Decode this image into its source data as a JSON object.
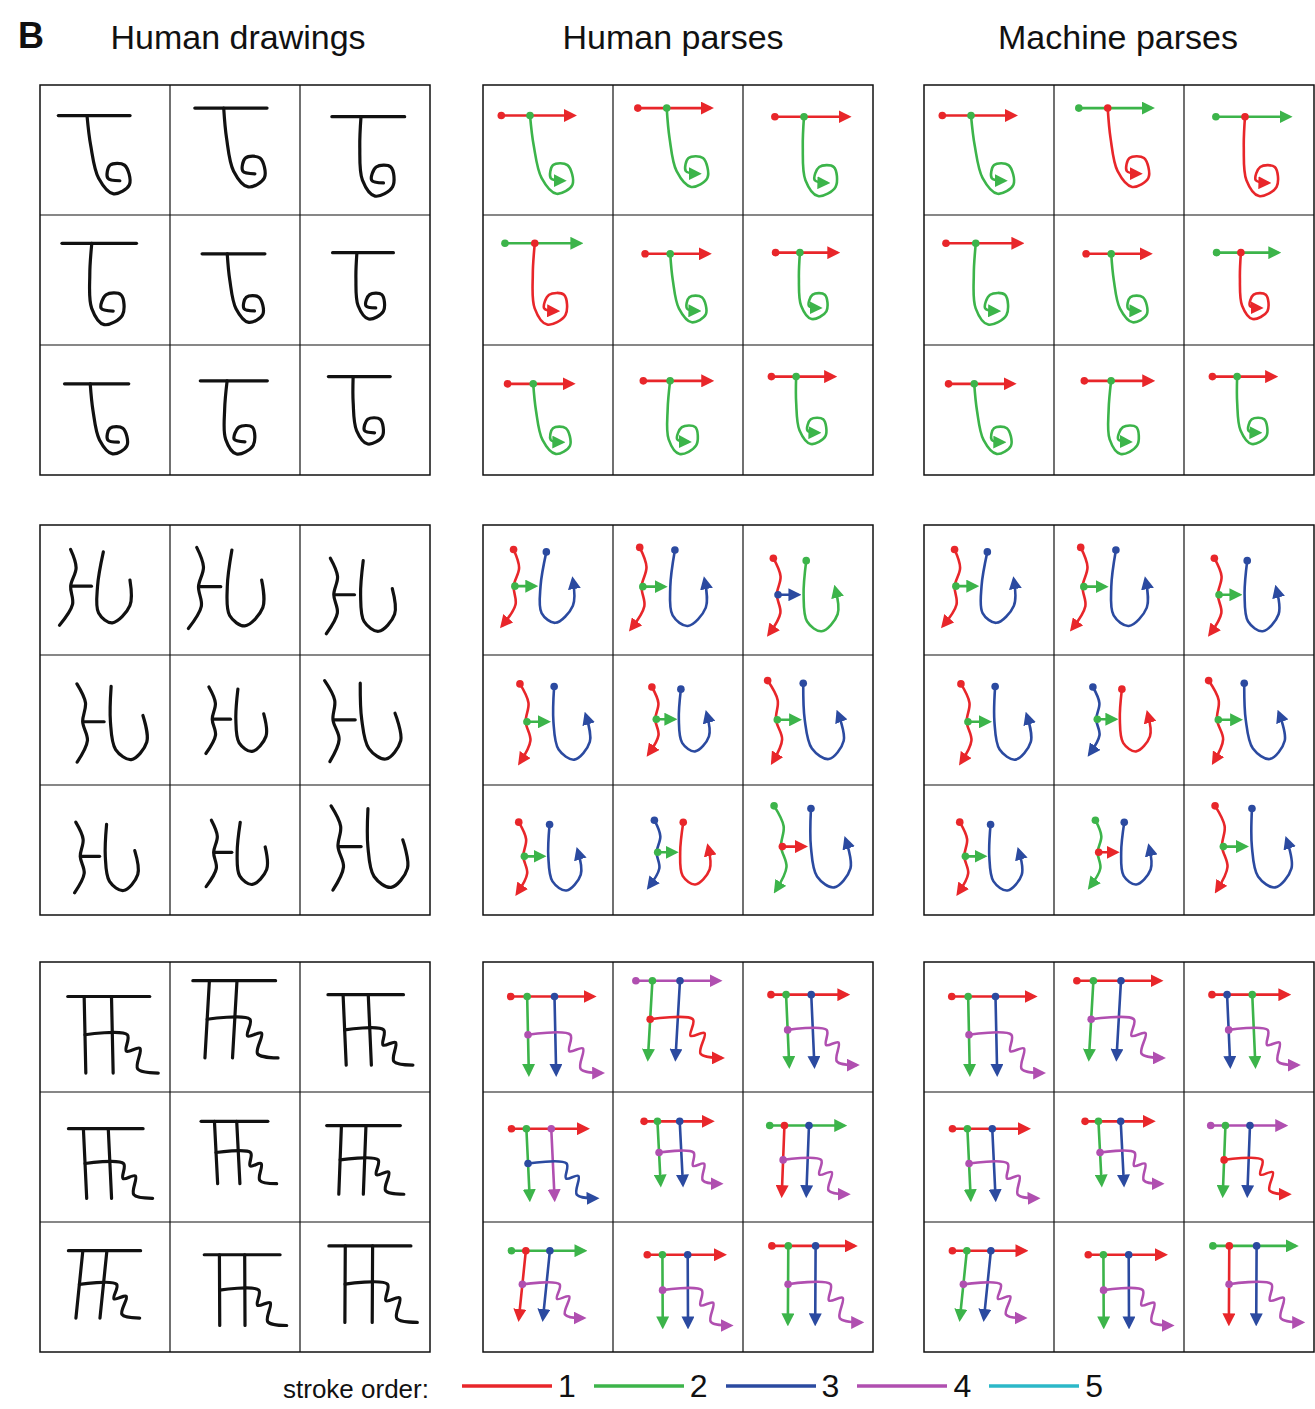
{
  "diagram": {
    "labels": [
      "B",
      "Human drawings",
      "Human parses",
      "Machine parses",
      "stroke order:"
    ],
    "legend": [
      {
        "text": "1"
      },
      {
        "text": "2"
      },
      {
        "text": "3"
      },
      {
        "text": "4"
      },
      {
        "text": "5"
      }
    ]
  }
}
